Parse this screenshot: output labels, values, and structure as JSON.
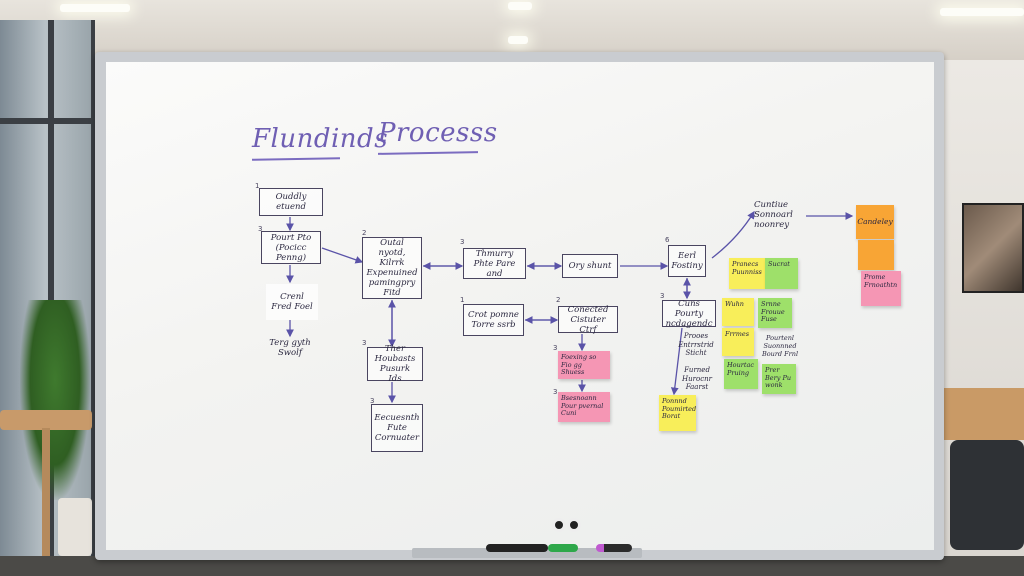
{
  "board": {
    "title_left": "Flundinds",
    "title_right": "Processs"
  },
  "boxes": [
    {
      "id": "b1",
      "text": "Ouddly etuend"
    },
    {
      "id": "b2",
      "text": "Pourt Pto (Pocicc Penng)"
    },
    {
      "id": "b3",
      "text": "Crenl Fred Foel"
    },
    {
      "id": "b4",
      "text": "Outal nyotd, Kilrrk Expenuined pamingpry Fitd"
    },
    {
      "id": "b5",
      "text": "Ther Houbasts Pusurk Ids"
    },
    {
      "id": "b6",
      "text": "Eecuesnth Fute Cornuater"
    },
    {
      "id": "b7",
      "text": "Thmurry Phte Pare and"
    },
    {
      "id": "b8",
      "text": "Ory shunt"
    },
    {
      "id": "b9",
      "text": "Crot pomne Torre ssrb"
    },
    {
      "id": "b10",
      "text": "Conected Cistuter Ctrf"
    },
    {
      "id": "b11",
      "text": "Eerl Fostiny"
    },
    {
      "id": "b12",
      "text": "Cuns Pourty ncdagendc"
    }
  ],
  "free_texts": [
    {
      "id": "f1",
      "text": "Terg gyth Swolf"
    },
    {
      "id": "f2",
      "text": "Cuntiue Sonnoarl noonrey"
    },
    {
      "id": "f3",
      "text": "Prooes Entrrstrid Sticht"
    },
    {
      "id": "f4",
      "text": "Furned Hurocnr Faarst"
    }
  ],
  "stickies": [
    {
      "id": "s1",
      "color": "#f596b4",
      "text": "Foexing so Fio gg Shuess"
    },
    {
      "id": "s2",
      "color": "#f596b4",
      "text": "Bsesnoann Pour pvernal Cuni"
    },
    {
      "id": "s3",
      "color": "#f8ee5a",
      "text": "Ponnnd Poumirted Borat"
    },
    {
      "id": "s4",
      "color": "#f8ee5a",
      "text": "Pranecs Puunniss"
    },
    {
      "id": "s5",
      "color": "#9ee06a",
      "text": "Sucrat"
    },
    {
      "id": "s6",
      "color": "#f8ee5a",
      "text": "Wuhn"
    },
    {
      "id": "s7",
      "color": "#9ee06a",
      "text": "Srnne Frouue Fuse"
    },
    {
      "id": "s8",
      "color": "#f8ee5a",
      "text": "Frrmes"
    },
    {
      "id": "s9",
      "color": "#9ee06a",
      "text": "Hourtac Pruing"
    },
    {
      "id": "s10",
      "color": "#9ee06a",
      "text": "Prer Bery Pu wonk"
    },
    {
      "id": "s11",
      "color": "#f8a535",
      "text": "Candeley"
    },
    {
      "id": "s12",
      "color": "#f8a535",
      "text": ""
    },
    {
      "id": "s13",
      "color": "#f596b4",
      "text": "Prome Frnoathtn"
    }
  ],
  "side_notes": [
    {
      "id": "n1",
      "text": "Pourtenl Suonnned Bourd Frnl"
    }
  ],
  "numbers": [
    "1",
    "3",
    "2",
    "3",
    "3",
    "3",
    "1",
    "2",
    "3",
    "6",
    "3",
    "3"
  ]
}
